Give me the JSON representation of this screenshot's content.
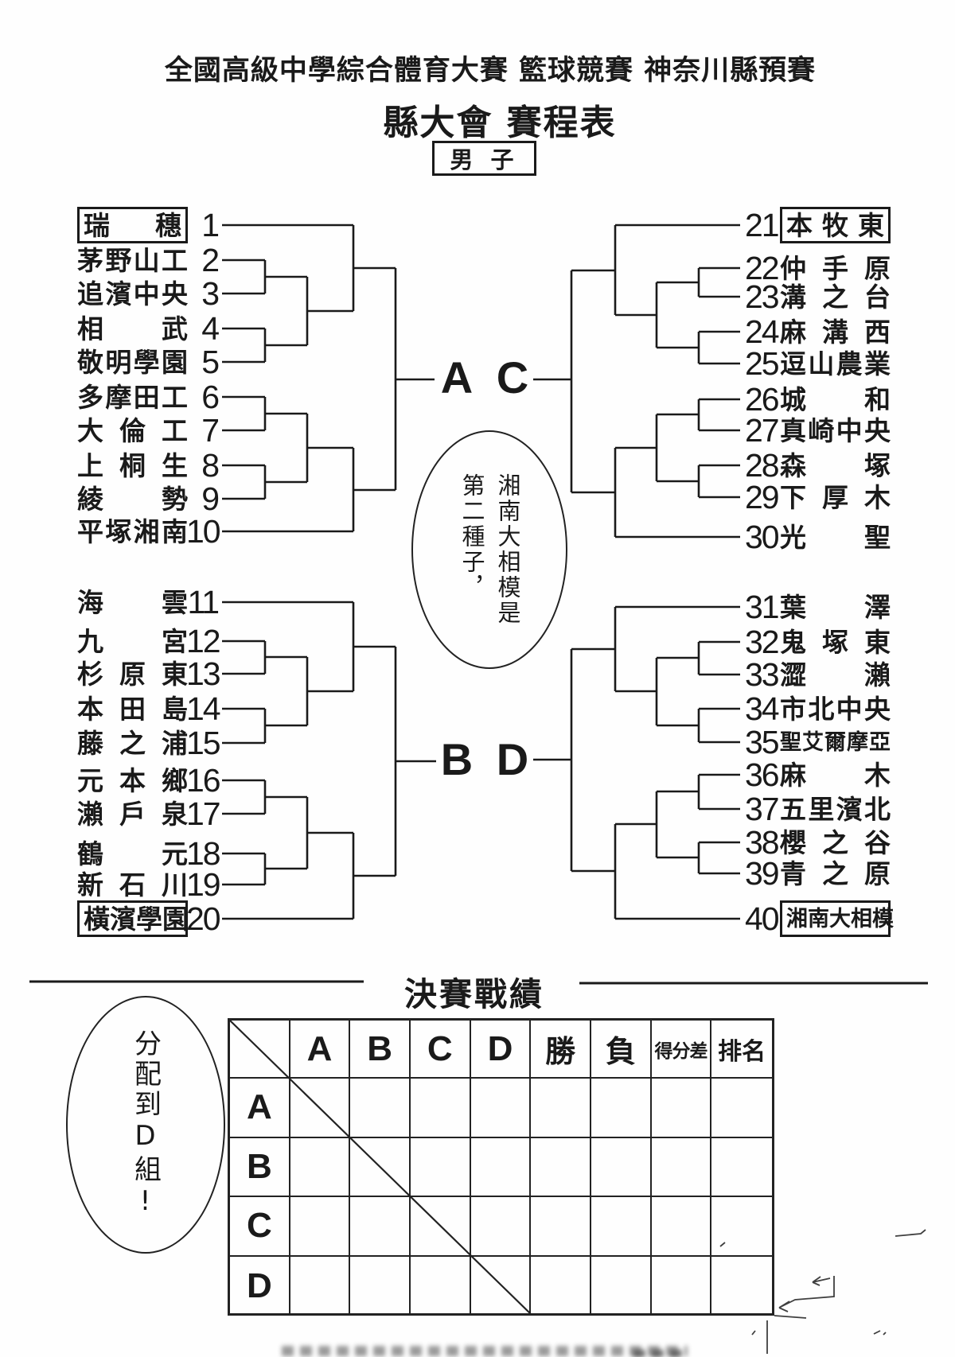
{
  "page": {
    "title": "全國高級中學綜合體育大賽 籃球競賽 神奈川縣預賽",
    "subtitle": "縣大會 賽程表",
    "gender_label": "男 子"
  },
  "bracket": {
    "blocks": {
      "top_left_label": "A",
      "top_right_label": "C",
      "bottom_left_label": "B",
      "bottom_right_label": "D"
    },
    "note_bubble_lines": [
      "湘南大相模是",
      "第二種子，"
    ],
    "teams": [
      {
        "seed": 1,
        "name": "瑞穗",
        "boxed": true
      },
      {
        "seed": 2,
        "name": "茅野山工",
        "boxed": false
      },
      {
        "seed": 3,
        "name": "追濱中央",
        "boxed": false
      },
      {
        "seed": 4,
        "name": "相武",
        "boxed": false
      },
      {
        "seed": 5,
        "name": "敬明學園",
        "boxed": false
      },
      {
        "seed": 6,
        "name": "多摩田工",
        "boxed": false
      },
      {
        "seed": 7,
        "name": "大倫工",
        "boxed": false
      },
      {
        "seed": 8,
        "name": "上桐生",
        "boxed": false
      },
      {
        "seed": 9,
        "name": "綾勢",
        "boxed": false
      },
      {
        "seed": 10,
        "name": "平塚湘南",
        "boxed": false
      },
      {
        "seed": 11,
        "name": "海雲",
        "boxed": false
      },
      {
        "seed": 12,
        "name": "九宮",
        "boxed": false
      },
      {
        "seed": 13,
        "name": "杉原東",
        "boxed": false
      },
      {
        "seed": 14,
        "name": "本田島",
        "boxed": false
      },
      {
        "seed": 15,
        "name": "藤之浦",
        "boxed": false
      },
      {
        "seed": 16,
        "name": "元本鄉",
        "boxed": false
      },
      {
        "seed": 17,
        "name": "瀨戶泉",
        "boxed": false
      },
      {
        "seed": 18,
        "name": "鶴元",
        "boxed": false
      },
      {
        "seed": 19,
        "name": "新石川",
        "boxed": false
      },
      {
        "seed": 20,
        "name": "橫濱學園",
        "boxed": true
      },
      {
        "seed": 21,
        "name": "本牧東",
        "boxed": true
      },
      {
        "seed": 22,
        "name": "仲手原",
        "boxed": false
      },
      {
        "seed": 23,
        "name": "溝之台",
        "boxed": false
      },
      {
        "seed": 24,
        "name": "麻溝西",
        "boxed": false
      },
      {
        "seed": 25,
        "name": "逗山農業",
        "boxed": false
      },
      {
        "seed": 26,
        "name": "城和",
        "boxed": false
      },
      {
        "seed": 27,
        "name": "真崎中央",
        "boxed": false
      },
      {
        "seed": 28,
        "name": "森塚",
        "boxed": false
      },
      {
        "seed": 29,
        "name": "下厚木",
        "boxed": false
      },
      {
        "seed": 30,
        "name": "光聖",
        "boxed": false
      },
      {
        "seed": 31,
        "name": "葉澤",
        "boxed": false
      },
      {
        "seed": 32,
        "name": "鬼塚東",
        "boxed": false
      },
      {
        "seed": 33,
        "name": "澀瀨",
        "boxed": false
      },
      {
        "seed": 34,
        "name": "市北中央",
        "boxed": false
      },
      {
        "seed": 35,
        "name": "聖艾爾摩亞",
        "boxed": false
      },
      {
        "seed": 36,
        "name": "麻木",
        "boxed": false
      },
      {
        "seed": 37,
        "name": "五里濱北",
        "boxed": false
      },
      {
        "seed": 38,
        "name": "櫻之谷",
        "boxed": false
      },
      {
        "seed": 39,
        "name": "青之原",
        "boxed": false
      },
      {
        "seed": 40,
        "name": "湘南大相模",
        "boxed": true
      }
    ]
  },
  "standings": {
    "heading": "決賽戰績",
    "column_headers": [
      "A",
      "B",
      "C",
      "D",
      "勝",
      "負",
      "得分差",
      "排名"
    ],
    "row_headers": [
      "A",
      "B",
      "C",
      "D"
    ],
    "cells": [
      [
        "",
        "",
        "",
        "",
        "",
        "",
        "",
        ""
      ],
      [
        "",
        "",
        "",
        "",
        "",
        "",
        "",
        ""
      ],
      [
        "",
        "",
        "",
        "",
        "",
        "",
        "",
        ""
      ],
      [
        "",
        "",
        "",
        "",
        "",
        "",
        "",
        ""
      ]
    ],
    "note_bubble_lines": [
      "分配到D組!"
    ]
  },
  "colors": {
    "ink": "#1a1a1a",
    "paper": "#fefefe"
  }
}
